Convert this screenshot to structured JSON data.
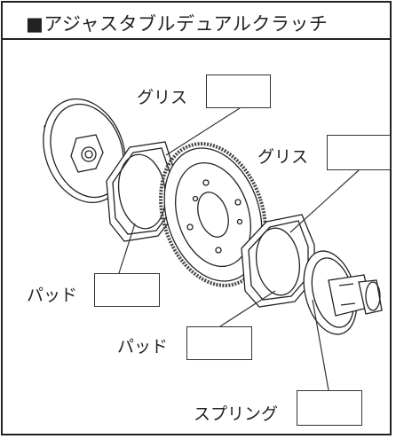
{
  "title": "■アジャスタブルデュアルクラッチ",
  "labels": {
    "grease_top": "グリス",
    "grease_right": "グリス",
    "pad_left": "パッド",
    "pad_bottom": "パッド",
    "spring": "スプリング"
  }
}
